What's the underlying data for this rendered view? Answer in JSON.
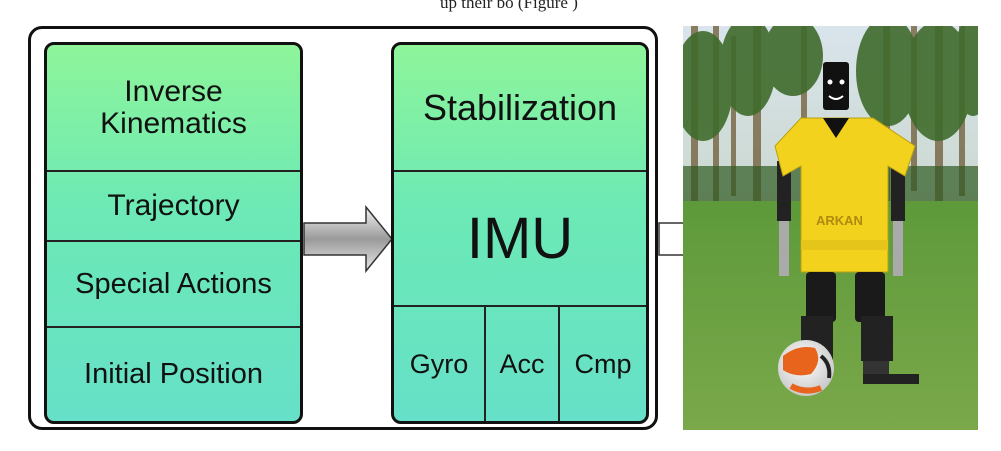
{
  "caption": "up their bo (Figure )",
  "left_panel": {
    "cells": [
      "Inverse\nKinematics",
      "Trajectory",
      "Special Actions",
      "Initial Position"
    ]
  },
  "mid_panel": {
    "top": "Stabilization",
    "center": "IMU",
    "sensors": [
      "Gyro",
      "Acc",
      "Cmp"
    ]
  },
  "photo": {
    "jersey_text": "ARKAN"
  }
}
